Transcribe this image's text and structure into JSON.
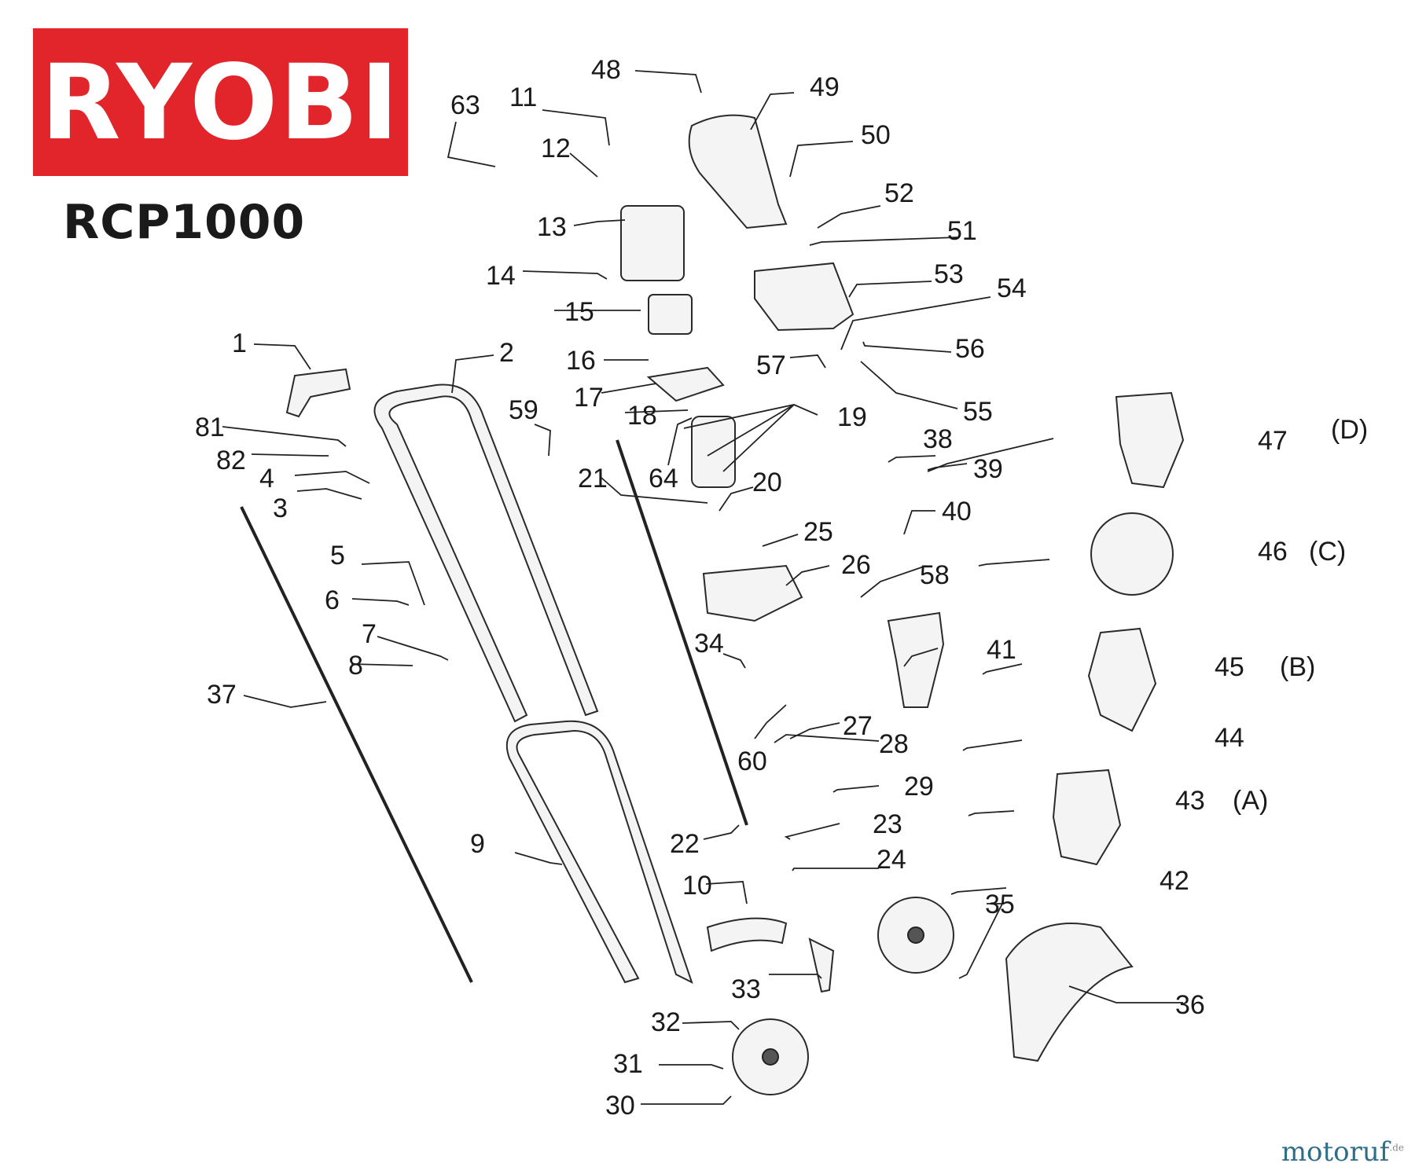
{
  "brand": "RYOBI",
  "model": "RCP1000",
  "watermark": {
    "name": "motoruf",
    "suffix": ".de"
  },
  "colors": {
    "brand_red": "#e2242b",
    "ink": "#1a1a1a",
    "watermark": "#2e6e88"
  },
  "callouts": [
    "48",
    "49",
    "63",
    "11",
    "50",
    "12",
    "52",
    "13",
    "51",
    "14",
    "53",
    "54",
    "15",
    "56",
    "1",
    "2",
    "16",
    "57",
    "17",
    "55",
    "18",
    "19",
    "59",
    "81",
    "82",
    "64",
    "21",
    "20",
    "4",
    "3",
    "25",
    "26",
    "5",
    "58",
    "6",
    "7",
    "34",
    "41",
    "8",
    "37",
    "27",
    "28",
    "60",
    "29",
    "23",
    "9",
    "22",
    "24",
    "10",
    "35",
    "33",
    "32",
    "31",
    "30",
    "36",
    "38",
    "39",
    "40",
    "47",
    "46",
    "45",
    "44",
    "43",
    "42"
  ],
  "variants": [
    "(D)",
    "(C)",
    "(B)",
    "(A)"
  ]
}
